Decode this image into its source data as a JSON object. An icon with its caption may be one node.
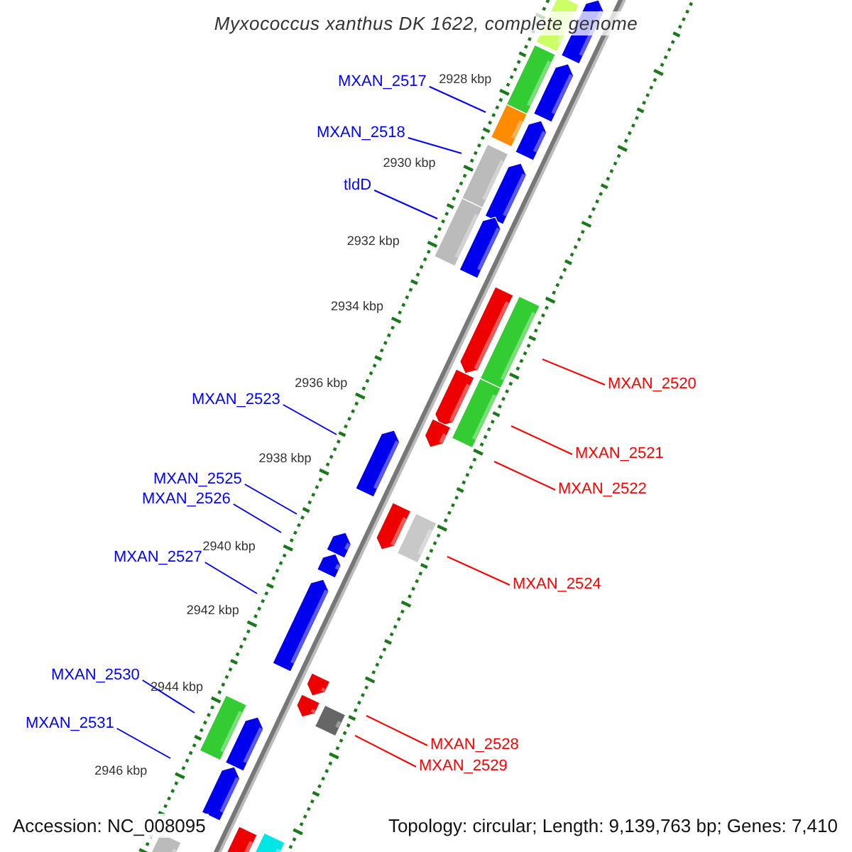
{
  "diagram": {
    "title": "Myxococcus xanthus DK 1622, complete genome",
    "nodes": [
      {
        "text": [
          "MXAN_2517"
        ]
      },
      {
        "text": [
          "MXAN_2518"
        ]
      },
      {
        "text": [
          "tldD"
        ]
      },
      {
        "text": [
          "MXAN_2520"
        ]
      },
      {
        "text": [
          "MXAN_2523"
        ]
      },
      {
        "text": [
          "MXAN_2521"
        ]
      },
      {
        "text": [
          "MXAN_2525"
        ]
      },
      {
        "text": [
          "MXAN_2522"
        ]
      },
      {
        "text": [
          "MXAN_2526"
        ]
      },
      {
        "text": [
          "MXAN_2527"
        ]
      },
      {
        "text": [
          "MXAN_2524"
        ]
      },
      {
        "text": [
          "MXAN_2530"
        ]
      },
      {
        "text": [
          "MXAN_2531"
        ]
      },
      {
        "text": [
          "MXAN_2528"
        ]
      },
      {
        "text": [
          "MXAN_2529"
        ]
      }
    ],
    "edges": [
      {
        "from": 0,
        "to": null,
        "arrow": "none"
      },
      {
        "from": 1,
        "to": null,
        "arrow": "none"
      },
      {
        "from": 2,
        "to": null,
        "arrow": "none"
      },
      {
        "from": 3,
        "to": null,
        "arrow": "none",
        "color": "#ff0000"
      },
      {
        "from": 4,
        "to": null,
        "arrow": "none"
      },
      {
        "from": 5,
        "to": null,
        "arrow": "none",
        "color": "#ff0000"
      },
      {
        "from": 6,
        "to": null,
        "arrow": "none"
      },
      {
        "from": 7,
        "to": null,
        "arrow": "none",
        "color": "#ff0000"
      },
      {
        "from": 8,
        "to": null,
        "arrow": "none"
      },
      {
        "from": 9,
        "to": null,
        "arrow": "none"
      },
      {
        "from": 10,
        "to": null,
        "arrow": "none",
        "color": "#ff0000"
      },
      {
        "from": 11,
        "to": null,
        "arrow": "none"
      },
      {
        "from": 12,
        "to": null,
        "arrow": "none"
      },
      {
        "from": 13,
        "to": null,
        "arrow": "none",
        "color": "#ff0000"
      },
      {
        "from": 14,
        "to": null,
        "arrow": "none",
        "color": "#ff0000"
      }
    ],
    "labels": [
      "2928 kbp",
      "2930 kbp",
      "2932 kbp",
      "2934 kbp",
      "2936 kbp",
      "2938 kbp",
      "2940 kbp",
      "2942 kbp",
      "2944 kbp",
      "2946 kbp",
      "Accession: NC_008095",
      "Topology: circular; Length: 9,139,763 bp; Genes: 7,410"
    ]
  }
}
